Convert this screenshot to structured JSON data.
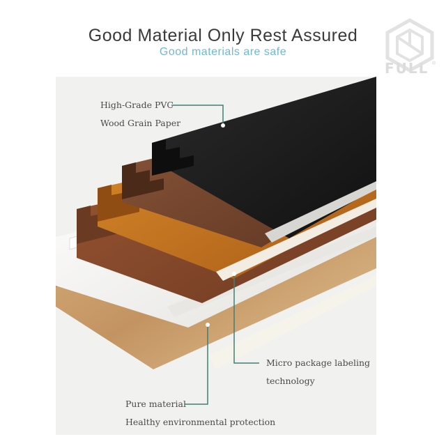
{
  "header": {
    "title": "Good Material Only Rest Assured",
    "subtitle": "Good materials are safe"
  },
  "logo": {
    "text": "FULL",
    "reg": "®"
  },
  "callouts": [
    {
      "line1": "High-Grade PVC",
      "line2": "Wood Grain Paper"
    },
    {
      "line1": "Micro package labeling",
      "line2": "technology"
    },
    {
      "line1": "Pure material",
      "line2": "Healthy environmental protection"
    }
  ],
  "colors": {
    "accent_line": "#3f7f74",
    "black_panel": "#1d1d1d",
    "walnut_panel": "#7a4a31",
    "teak_panel": "#c2741e",
    "chestnut_panel": "#8a4b2c",
    "white_panel": "#f4f3f0",
    "oak_panel": "#c9a06a"
  }
}
